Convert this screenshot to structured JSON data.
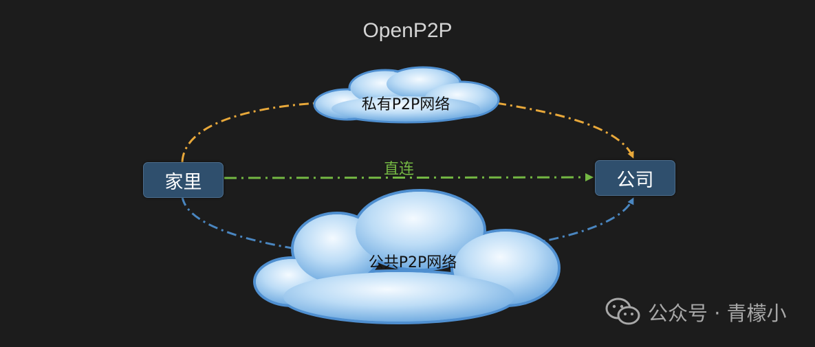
{
  "title": "OpenP2P",
  "nodes": {
    "home": "家里",
    "office": "公司"
  },
  "clouds": {
    "private": "私有P2P网络",
    "public": "公共P2P网络"
  },
  "connections": {
    "direct": "直连"
  },
  "colors": {
    "background": "#1c1c1c",
    "node_fill": "#2f4f6d",
    "private_path": "#e8a83a",
    "direct_path": "#74b843",
    "public_path": "#4a86c0"
  },
  "watermark": {
    "icon": "wechat-icon",
    "text": "公众号 · 青檬小"
  }
}
